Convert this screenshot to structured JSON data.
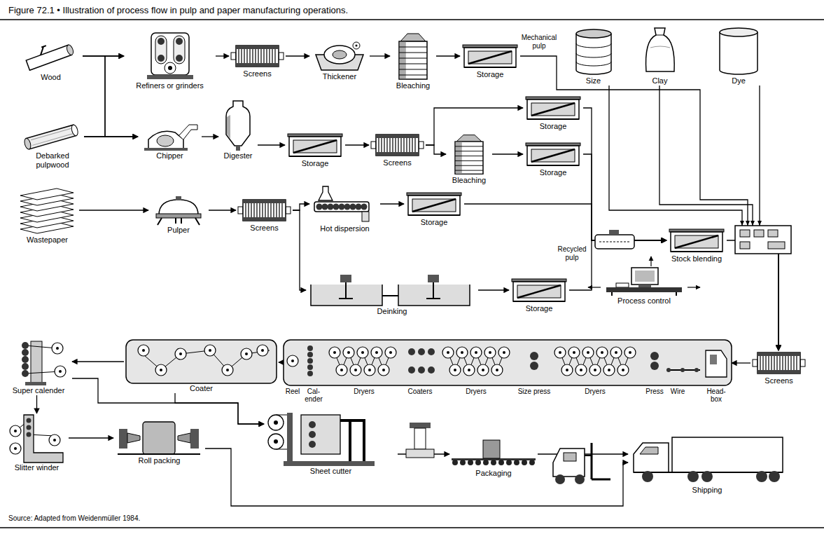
{
  "diagram": {
    "title": "Figure 72.1 • Illustration of process flow in pulp and paper manufacturing operations.",
    "caption": "Source: Adapted from Weidenmüller 1984.",
    "nodes": [
      {
        "text": [
          "Wood"
        ]
      },
      {
        "text": [
          "Refiners or grinders"
        ]
      },
      {
        "text": [
          "Screens"
        ]
      },
      {
        "text": [
          "Thickener"
        ]
      },
      {
        "text": [
          "Bleaching"
        ]
      },
      {
        "text": [
          "Storage"
        ]
      },
      {
        "text": [
          "Size"
        ]
      },
      {
        "text": [
          "Clay"
        ]
      },
      {
        "text": [
          "Dye"
        ]
      },
      {
        "text": [
          "Debarked pulpwood"
        ]
      },
      {
        "text": [
          "Chipper"
        ]
      },
      {
        "text": [
          "Digester"
        ]
      },
      {
        "text": [
          "Storage"
        ]
      },
      {
        "text": [
          "Screens"
        ]
      },
      {
        "text": [
          "Bleaching"
        ]
      },
      {
        "text": [
          "Storage"
        ]
      },
      {
        "text": [
          "Storage"
        ]
      },
      {
        "text": [
          "Wastepaper"
        ]
      },
      {
        "text": [
          "Pulper"
        ]
      },
      {
        "text": [
          "Screens"
        ]
      },
      {
        "text": [
          "Hot dispersion"
        ]
      },
      {
        "text": [
          "Storage"
        ]
      },
      {
        "text": [
          "Deinking"
        ]
      },
      {
        "text": [
          "Storage"
        ]
      },
      {
        "text": [
          "Process control"
        ]
      },
      {
        "text": [
          "Stock blending"
        ]
      },
      {
        "text": [
          "Super calender"
        ]
      },
      {
        "text": [
          "Coater"
        ]
      },
      {
        "text": [
          "Reel",
          "Cal- ender",
          "Dryers",
          "Coaters",
          "Dryers",
          "Size press",
          "Dryers",
          "Press",
          "Wire",
          "Head- box"
        ]
      },
      {
        "text": [
          "Screens"
        ]
      },
      {
        "text": [
          "Slitter winder"
        ]
      },
      {
        "text": [
          "Roll packing"
        ]
      },
      {
        "text": [
          "Sheet cutter"
        ]
      },
      {
        "text": [
          "Packaging"
        ]
      },
      {
        "text": [
          "Shipping"
        ]
      }
    ],
    "edges": [
      {
        "from": 0,
        "to": 1,
        "arrow": "to"
      },
      {
        "from": 0,
        "to": 10,
        "arrow": "to"
      },
      {
        "from": 9,
        "to": 1,
        "arrow": "to"
      },
      {
        "from": 9,
        "to": 10,
        "arrow": "to"
      },
      {
        "from": 1,
        "to": 2,
        "arrow": "to"
      },
      {
        "from": 2,
        "to": 3,
        "arrow": "to"
      },
      {
        "from": 3,
        "to": 4,
        "arrow": "to"
      },
      {
        "from": 4,
        "to": 5,
        "arrow": "to"
      },
      {
        "from": 5,
        "to": 29,
        "label": "Mechanical pulp",
        "arrow": "to"
      },
      {
        "from": 10,
        "to": 11,
        "arrow": "to"
      },
      {
        "from": 11,
        "to": 12,
        "arrow": "to"
      },
      {
        "from": 12,
        "to": 13,
        "arrow": "to"
      },
      {
        "from": 13,
        "to": 15,
        "arrow": "to"
      },
      {
        "from": 13,
        "to": 14,
        "arrow": "to"
      },
      {
        "from": 14,
        "to": 16,
        "arrow": "to"
      },
      {
        "from": 15,
        "to": 25,
        "arrow": "to"
      },
      {
        "from": 16,
        "to": 25,
        "arrow": "to"
      },
      {
        "from": 17,
        "to": 18,
        "arrow": "to"
      },
      {
        "from": 18,
        "to": 19,
        "arrow": "to"
      },
      {
        "from": 19,
        "to": 20,
        "arrow": "to"
      },
      {
        "from": 19,
        "to": 22,
        "arrow": "to"
      },
      {
        "from": 20,
        "to": 21,
        "arrow": "to"
      },
      {
        "from": 21,
        "to": 25,
        "arrow": "to"
      },
      {
        "from": 22,
        "to": 23,
        "arrow": "to"
      },
      {
        "from": 23,
        "to": 25,
        "arrow": "to"
      },
      {
        "from": 25,
        "to": 29,
        "arrow": "to"
      },
      {
        "from": 6,
        "to": 29,
        "arrow": "to"
      },
      {
        "from": 7,
        "to": 29,
        "arrow": "to"
      },
      {
        "from": 8,
        "to": 29,
        "arrow": "to"
      },
      {
        "from": 29,
        "to": 28,
        "arrow": "to"
      },
      {
        "from": 28,
        "to": 27,
        "arrow": "to"
      },
      {
        "from": 27,
        "to": 26,
        "arrow": "to"
      },
      {
        "from": 26,
        "to": 30,
        "arrow": "to"
      },
      {
        "from": 30,
        "to": 31,
        "arrow": "to"
      },
      {
        "from": 31,
        "to": 34,
        "arrow": "to"
      },
      {
        "from": 27,
        "to": 32,
        "arrow": "to"
      },
      {
        "from": 26,
        "to": 32,
        "arrow": "to"
      },
      {
        "from": 32,
        "to": 33,
        "arrow": "to"
      },
      {
        "from": 33,
        "to": 34,
        "arrow": "to"
      }
    ],
    "labels": [
      "Recycled pulp"
    ]
  }
}
